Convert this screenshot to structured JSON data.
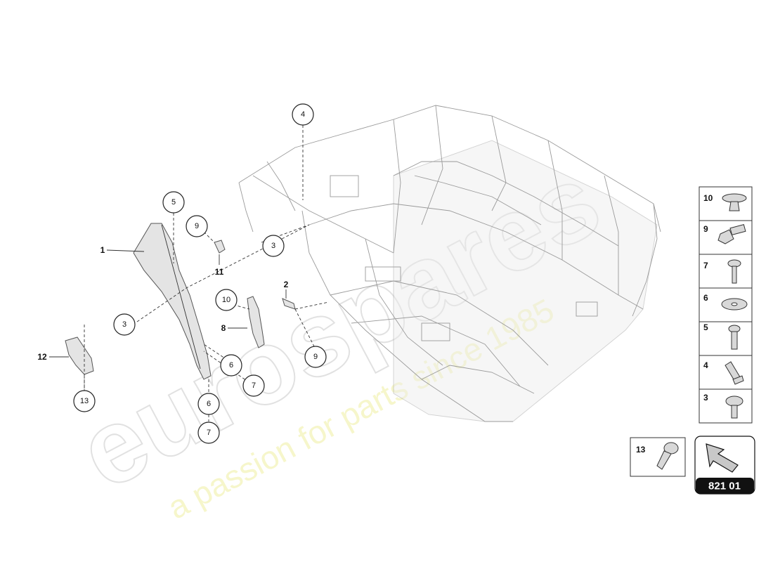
{
  "callouts": [
    {
      "id": "c4-top",
      "label": "4"
    },
    {
      "id": "c5",
      "label": "5"
    },
    {
      "id": "c9-left",
      "label": "9"
    },
    {
      "id": "c3-mid",
      "label": "3"
    },
    {
      "id": "c3-left",
      "label": "3"
    },
    {
      "id": "c10",
      "label": "10"
    },
    {
      "id": "c6-a",
      "label": "6"
    },
    {
      "id": "c7-a",
      "label": "7"
    },
    {
      "id": "c9-right",
      "label": "9"
    },
    {
      "id": "c13",
      "label": "13"
    },
    {
      "id": "c6-b",
      "label": "6"
    },
    {
      "id": "c7-b",
      "label": "7"
    }
  ],
  "plain_labels": [
    {
      "id": "l1",
      "label": "1"
    },
    {
      "id": "l2",
      "label": "2"
    },
    {
      "id": "l8",
      "label": "8"
    },
    {
      "id": "l11",
      "label": "11"
    },
    {
      "id": "l12",
      "label": "12"
    }
  ],
  "legend": [
    {
      "label": "10",
      "icon": "clip-icon"
    },
    {
      "label": "9",
      "icon": "hex-bolt-icon"
    },
    {
      "label": "7",
      "icon": "torx-screw-icon"
    },
    {
      "label": "6",
      "icon": "washer-icon"
    },
    {
      "label": "5",
      "icon": "bolt-icon"
    },
    {
      "label": "4",
      "icon": "expansion-nut-icon"
    },
    {
      "label": "3",
      "icon": "flange-screw-icon"
    }
  ],
  "extra_part": {
    "label": "13",
    "icon": "rivet-icon"
  },
  "diagram_code": "821 01",
  "watermark": {
    "logo": "eurospares",
    "tagline": "a passion for parts since 1985"
  }
}
